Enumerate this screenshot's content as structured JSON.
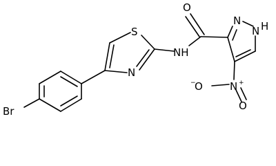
{
  "molecule": {
    "atoms": {
      "O_carbonyl": "O",
      "N_pyrazole_2": "N",
      "NH_pyrazole_1": "N",
      "H_pyrazole_1": "H",
      "S_thiazole": "S",
      "N_thiazole": "N",
      "NH_amide": "NH",
      "N_nitro": "N",
      "N_nitro_charge": "+",
      "O_nitro_minus": "O",
      "O_nitro_minus_charge": "−",
      "O_nitro_double": "O",
      "Br": "Br"
    }
  }
}
